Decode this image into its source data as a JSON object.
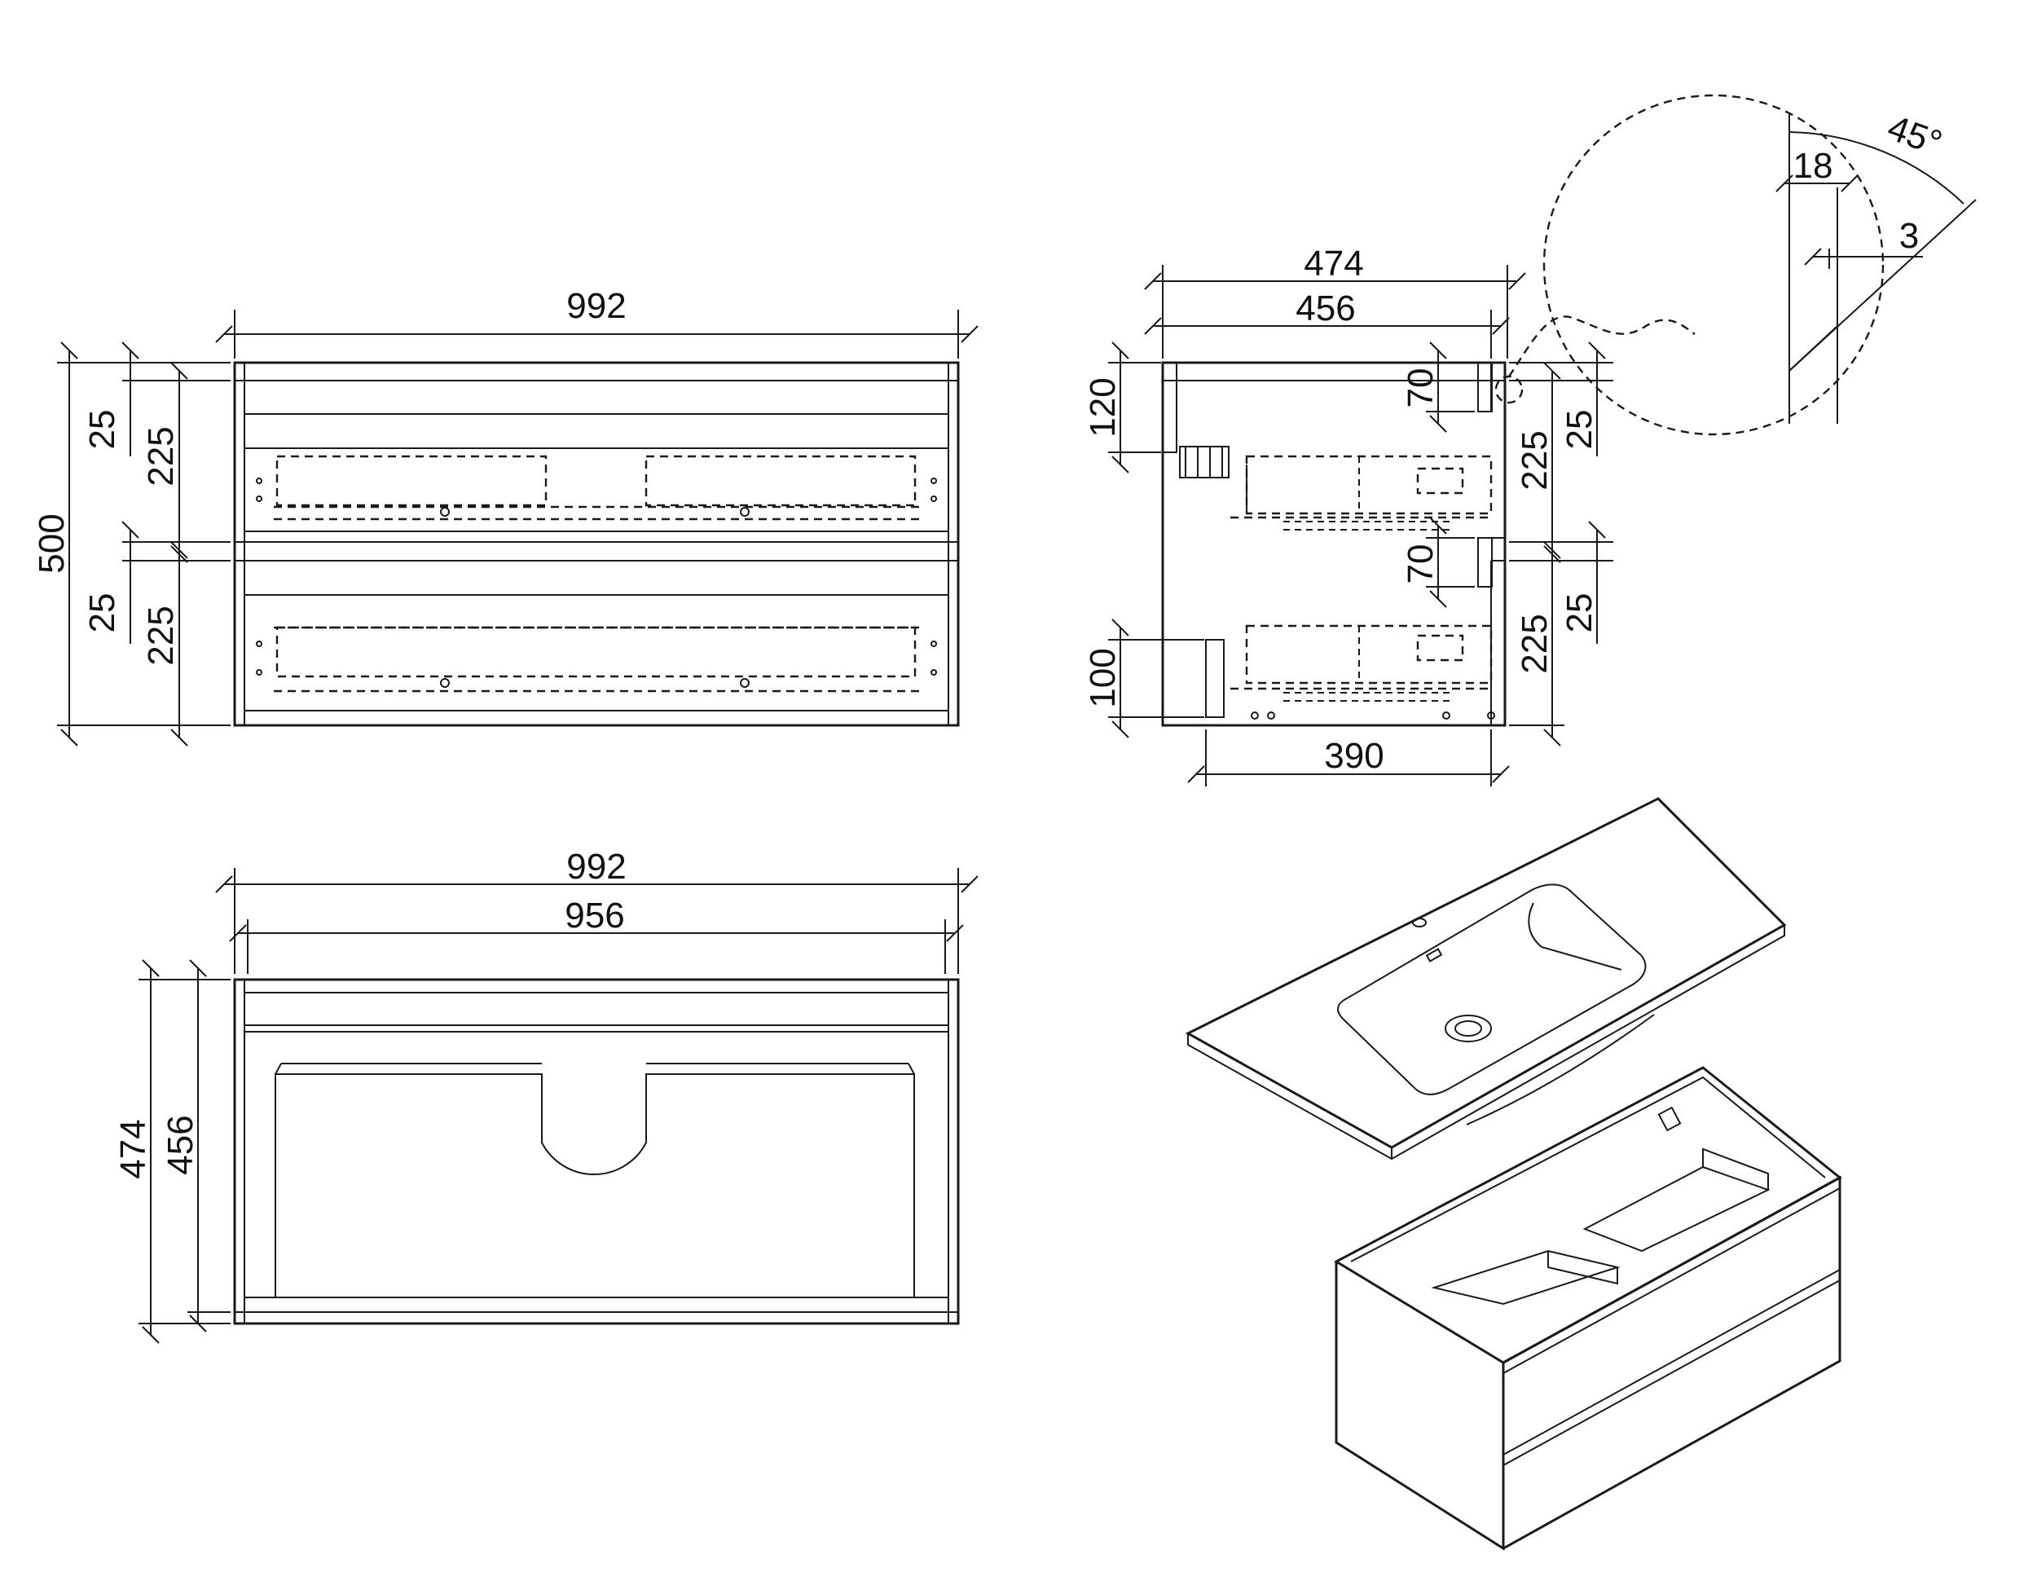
{
  "drawing": {
    "stroke_color": "#1a1a1a",
    "background": "#ffffff",
    "front_view": {
      "width": "992",
      "height": "500",
      "drawer_gap_top": "25",
      "drawer_front_top": "225",
      "drawer_gap_bottom": "25",
      "drawer_front_bottom": "225"
    },
    "side_view": {
      "depth_overall": "474",
      "depth_inner": "456",
      "rail_top": "120",
      "slot_top": "70",
      "drawer_top": "225",
      "gap_top": "25",
      "slot_bottom": "70",
      "drawer_bottom": "225",
      "gap_bottom": "25",
      "rail_bottom": "100",
      "drawer_depth": "390"
    },
    "detail": {
      "angle": "45°",
      "thickness": "18",
      "offset": "3"
    },
    "top_view": {
      "width_overall": "992",
      "width_inner": "956",
      "depth_overall": "474",
      "depth_inner": "456"
    }
  }
}
